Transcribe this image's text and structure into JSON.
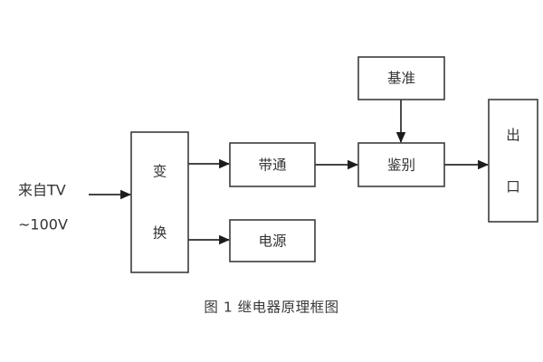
{
  "figure": {
    "caption": "图 1  继电器原理框图",
    "background_color": "#ffffff",
    "line_color": "#2b2b2b",
    "box_stroke_color": "#3c3c3c",
    "text_color": "#333333"
  },
  "inputs": [
    {
      "name": "source-line-1",
      "text": "来自TV"
    },
    {
      "name": "source-line-2",
      "text": "~100V"
    }
  ],
  "blocks": [
    {
      "id": "convert",
      "label": "变换",
      "label_lines": [
        "变",
        "换"
      ],
      "orientation": "vertical"
    },
    {
      "id": "bandpass",
      "label": "带通",
      "label_lines": [
        "带通"
      ],
      "orientation": "horizontal"
    },
    {
      "id": "power",
      "label": "电源",
      "label_lines": [
        "电源"
      ],
      "orientation": "horizontal"
    },
    {
      "id": "reference",
      "label": "基准",
      "label_lines": [
        "基准"
      ],
      "orientation": "horizontal"
    },
    {
      "id": "discriminate",
      "label": "鉴别",
      "label_lines": [
        "鉴别"
      ],
      "orientation": "horizontal"
    },
    {
      "id": "output",
      "label": "出口",
      "label_lines": [
        "出",
        "口"
      ],
      "orientation": "vertical"
    }
  ],
  "connections": [
    {
      "id": "input-to-convert",
      "from": "来自TV ~100V",
      "to": "变换"
    },
    {
      "id": "convert-to-bandpass",
      "from": "变换",
      "to": "带通"
    },
    {
      "id": "convert-to-power",
      "from": "变换",
      "to": "电源"
    },
    {
      "id": "bandpass-to-discriminate",
      "from": "带通",
      "to": "鉴别"
    },
    {
      "id": "reference-to-discriminate",
      "from": "基准",
      "to": "鉴别"
    },
    {
      "id": "discriminate-to-output",
      "from": "鉴别",
      "to": "出口"
    }
  ]
}
